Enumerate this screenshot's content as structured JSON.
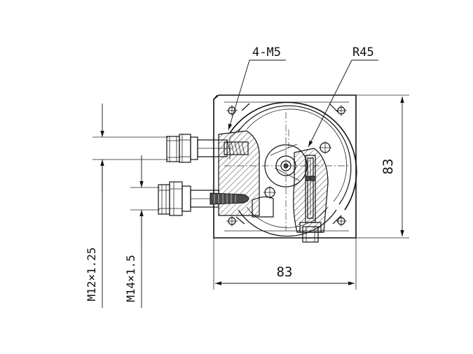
{
  "labels": {
    "holes": "4-M5",
    "radius": "R45",
    "height": "83",
    "width": "83",
    "thread_outlet": "M12×1.25",
    "thread_inlet": "M14×1.5"
  },
  "colors": {
    "line": "#111111",
    "background": "#ffffff"
  }
}
